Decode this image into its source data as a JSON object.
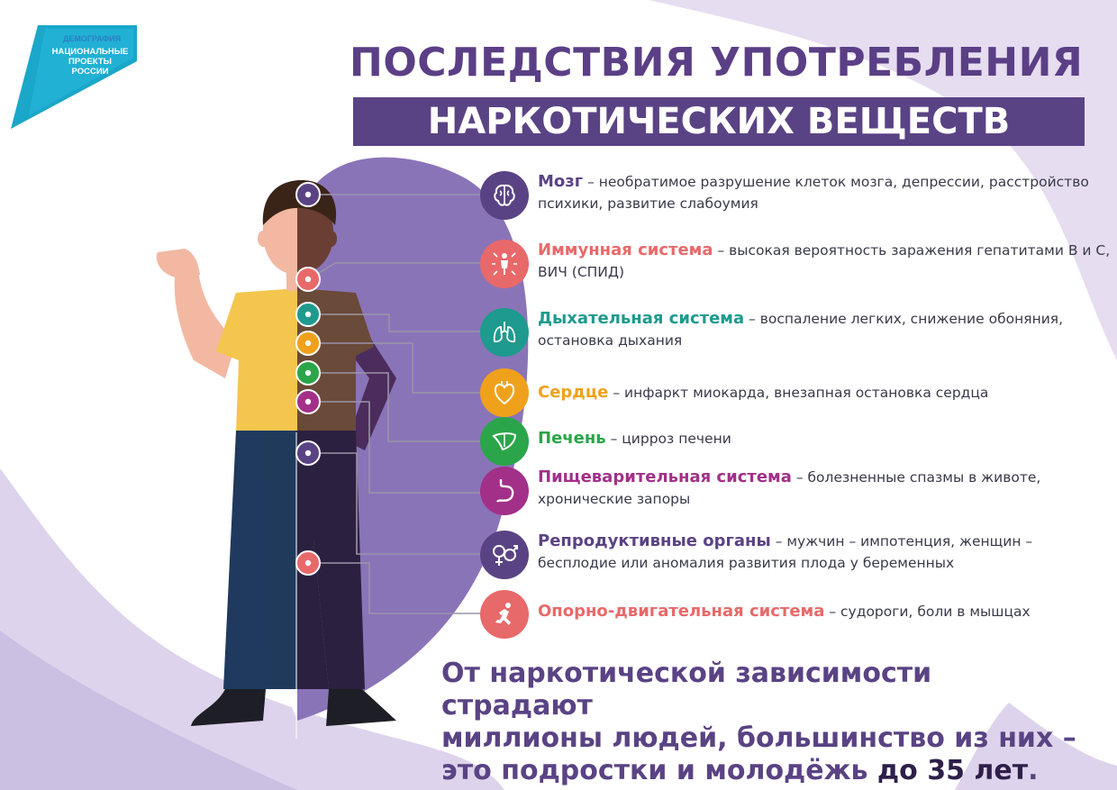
{
  "logo": {
    "top_text": "ДЕМОГРАФИЯ",
    "lines": [
      "НАЦИОНАЛЬНЫЕ",
      "ПРОЕКТЫ",
      "РОССИИ"
    ]
  },
  "title": {
    "line1": "ПОСЛЕДСТВИЯ УПОТРЕБЛЕНИЯ",
    "line2": "НАРКОТИЧЕСКИХ ВЕЩЕСТВ"
  },
  "items": [
    {
      "name": "Мозг",
      "text": " – необратимое разрушение клеток мозга, депрессии, расстройство психики, развитие слабоумия",
      "color": "#5a4384",
      "icon": "brain-icon"
    },
    {
      "name": "Иммунная система",
      "text": " – высокая вероятность заражения гепатитами В и С, ВИЧ (СПИД)",
      "color": "#e8696a",
      "icon": "immune-system-icon"
    },
    {
      "name": "Дыхательная система",
      "text": " – воспаление легких, снижение обоняния, остановка дыхания",
      "color": "#1e9a8e",
      "icon": "lungs-icon"
    },
    {
      "name": "Сердце",
      "text": " – инфаркт миокарда, внезапная остановка сердца",
      "color": "#f0a11b",
      "icon": "heart-icon"
    },
    {
      "name": "Печень",
      "text": " – цирроз печени",
      "color": "#2aa54a",
      "icon": "liver-icon"
    },
    {
      "name": "Пищеварительная система",
      "text": " – болезненные спазмы в животе, хронические запоры",
      "color": "#a23089",
      "icon": "stomach-icon"
    },
    {
      "name": "Репродуктивные органы",
      "text": " – мужчин – импотенция, женщин – бесплодие или аномалия развития плода у беременных",
      "color": "#5a4384",
      "icon": "gender-symbols-icon"
    },
    {
      "name": "Опорно-двигательная система",
      "text": " – судороги, боли в мышцах",
      "color": "#e8696a",
      "icon": "running-person-icon"
    }
  ],
  "footer": {
    "line1": "От наркотической зависимости страдают",
    "line2": "миллионы людей, большинство из них –",
    "line3_start": "это подростки и молодёжь ",
    "line3_emphasis": "до 35 лет",
    "line3_end": "."
  }
}
